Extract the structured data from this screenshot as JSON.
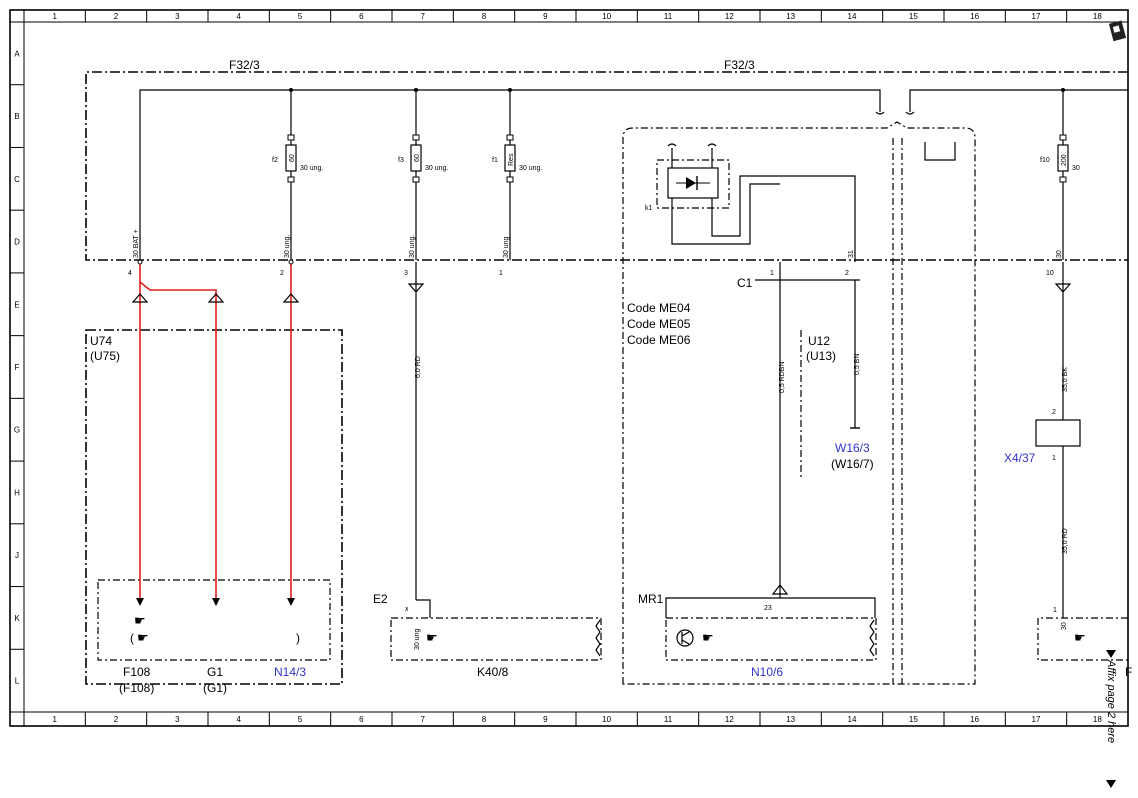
{
  "grid": {
    "columns": [
      "1",
      "2",
      "3",
      "4",
      "5",
      "6",
      "7",
      "8",
      "9",
      "10",
      "11",
      "12",
      "13",
      "14",
      "15",
      "16",
      "17",
      "18"
    ],
    "rows": [
      "A",
      "B",
      "C",
      "D",
      "E",
      "F",
      "G",
      "H",
      "J",
      "K",
      "L"
    ]
  },
  "busbar": {
    "left_label": "F32/3",
    "right_label": "F32/3"
  },
  "fuses": [
    {
      "id": "f2",
      "rating": "60",
      "note": "30 ung."
    },
    {
      "id": "f3",
      "rating": "60",
      "note": "30 ung."
    },
    {
      "id": "f1",
      "rating": "Res",
      "note": "30 ung."
    },
    {
      "id": "f10",
      "rating": "200",
      "note": "30"
    }
  ],
  "relay": {
    "id": "k1"
  },
  "terminals": {
    "bat": "30 BAT +",
    "t2": "30 ung.",
    "t3": "30 ung.",
    "t1": "30 ung",
    "t31": "31",
    "t30": "30",
    "pin4": "4",
    "pin2": "2",
    "pin3": "3",
    "pin1": "1",
    "pin10": "10"
  },
  "connector_c1": {
    "label": "C1",
    "pin1": "1",
    "pin2": "2"
  },
  "codes": [
    "Code ME04",
    "Code ME05",
    "Code ME06"
  ],
  "modules": {
    "u74": "U74",
    "u75": "(U75)",
    "u12": "U12",
    "u13": "(U13)",
    "w16_3": "W16/3",
    "w16_7": "(W16/7)",
    "x4_37": "X4/37",
    "x4_pin2": "2",
    "x4_pin1": "1"
  },
  "wires": {
    "w1": "6,0 RD",
    "w2": "0,5 RDBN",
    "w3": "0,5 BN",
    "w4": "35,0 BK",
    "w5": "35,0 RD"
  },
  "components": {
    "e2": "E2",
    "e2_pin": "x",
    "e2_term": "30 ung",
    "k40_8": "K40/8",
    "mr1": "MR1",
    "mr1_pin": "23",
    "n10_6": "N10/6",
    "f108": "F108",
    "f108b": "(F108)",
    "g1": "G1",
    "g1b": "(G1)",
    "n14_3": "N14/3",
    "right_pin": "1",
    "right_term": "30",
    "right_partial": "F",
    "paren_close": ")",
    "paren_open": "("
  },
  "margin_note": "Affix page 2 here",
  "colors": {
    "link": "#3333cc",
    "red_wire": "#e31b1b"
  }
}
